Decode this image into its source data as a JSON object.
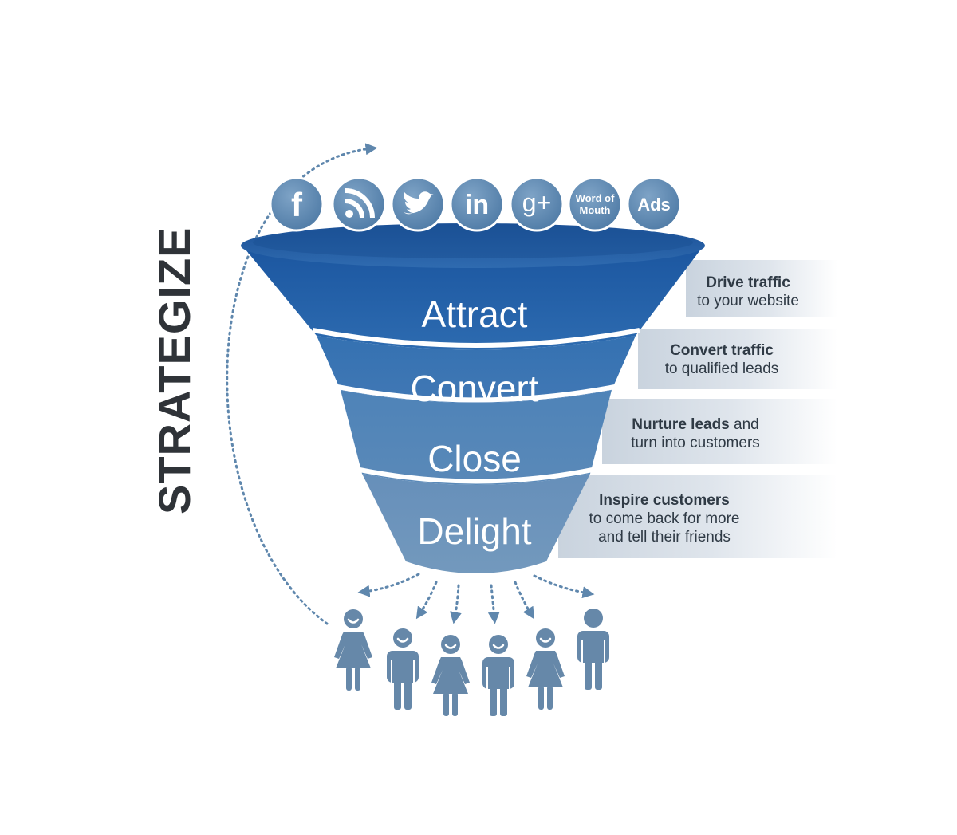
{
  "side_label": "STRATEGIZE",
  "channels": [
    {
      "icon": "facebook-icon",
      "glyph": "f"
    },
    {
      "icon": "rss-icon"
    },
    {
      "icon": "twitter-icon"
    },
    {
      "icon": "linkedin-icon",
      "glyph": "in"
    },
    {
      "icon": "google-plus-icon",
      "glyph": "g+"
    },
    {
      "icon": "word-of-mouth-icon",
      "line1": "Word of",
      "line2": "Mouth"
    },
    {
      "icon": "ads-icon",
      "glyph": "Ads"
    }
  ],
  "stages": [
    {
      "label": "Attract",
      "desc": [
        [
          {
            "t": "Drive traffic",
            "b": true
          }
        ],
        [
          {
            "t": "to your website",
            "b": false
          }
        ]
      ]
    },
    {
      "label": "Convert",
      "desc": [
        [
          {
            "t": "Convert traffic",
            "b": true
          }
        ],
        [
          {
            "t": "to qualified leads",
            "b": false
          }
        ]
      ]
    },
    {
      "label": "Close",
      "desc": [
        [
          {
            "t": "Nurture leads",
            "b": true
          },
          {
            "t": " and",
            "b": false
          }
        ],
        [
          {
            "t": "turn into customers",
            "b": false
          }
        ]
      ]
    },
    {
      "label": "Delight",
      "desc": [
        [
          {
            "t": "Inspire customers",
            "b": true
          }
        ],
        [
          {
            "t": "to come back for more",
            "b": false
          }
        ],
        [
          {
            "t": "and tell their friends",
            "b": false
          }
        ]
      ]
    }
  ],
  "people": [
    {
      "icon": "person-female-icon",
      "smile": true
    },
    {
      "icon": "person-male-icon",
      "smile": true
    },
    {
      "icon": "person-female-icon",
      "smile": true
    },
    {
      "icon": "person-male-icon",
      "smile": true
    },
    {
      "icon": "person-female-icon",
      "smile": true
    },
    {
      "icon": "person-male-icon",
      "smile": false
    }
  ],
  "colors": {
    "funnel_dark": "#1f5fa6",
    "funnel_mid": "#3f7ab5",
    "funnel_light": "#6e95bd",
    "icon_circle": "#5d87b0",
    "people": "#6688a9",
    "arrows": "#5f87ad",
    "band": "#d3dbe4",
    "text_dark": "#2f3a45"
  }
}
